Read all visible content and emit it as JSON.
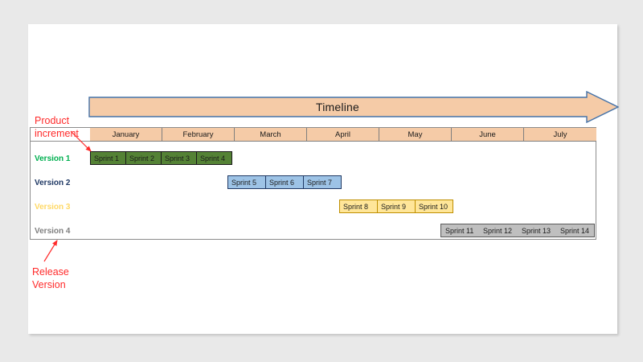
{
  "slide": {
    "timeline": {
      "label": "Timeline",
      "fill_color": "#f5cba7",
      "border_color": "#4472a8"
    },
    "months": [
      {
        "label": "January"
      },
      {
        "label": "February"
      },
      {
        "label": "March"
      },
      {
        "label": "April"
      },
      {
        "label": "May"
      },
      {
        "label": "June"
      },
      {
        "label": "July"
      }
    ],
    "versions": [
      {
        "label": "Version 1",
        "color": "#00b050"
      },
      {
        "label": "Version 2",
        "color": "#1f3864"
      },
      {
        "label": "Version 3",
        "color": "#ffd966"
      },
      {
        "label": "Version 4",
        "color": "#808080"
      }
    ],
    "sprint_rows": [
      {
        "version": "Version 1",
        "fill_color": "#548235",
        "border_color": "#1a1a1a",
        "sprints": [
          {
            "label": "Sprint 1"
          },
          {
            "label": "Sprint 2"
          },
          {
            "label": "Sprint 3"
          },
          {
            "label": "Sprint 4"
          }
        ]
      },
      {
        "version": "Version 2",
        "fill_color": "#9dc3e6",
        "border_color": "#1f3864",
        "sprints": [
          {
            "label": "Sprint 5"
          },
          {
            "label": "Sprint 6"
          },
          {
            "label": "Sprint 7"
          }
        ]
      },
      {
        "version": "Version 3",
        "fill_color": "#ffe699",
        "border_color": "#bf8f00",
        "sprints": [
          {
            "label": "Sprint 8"
          },
          {
            "label": "Sprint 9"
          },
          {
            "label": "Sprint 10"
          }
        ]
      },
      {
        "version": "Version 4",
        "fill_color": "#bfbfbf",
        "border_color": "#595959",
        "sprints": [
          {
            "label": "Sprint 11"
          },
          {
            "label": "Sprint 12"
          },
          {
            "label": "Sprint 13"
          },
          {
            "label": "Sprint 14"
          }
        ]
      }
    ],
    "annotations": [
      {
        "name": "product-increment",
        "line1": "Product",
        "line2": "increment",
        "color": "#ff2a2a"
      },
      {
        "name": "release-version",
        "line1": "Release",
        "line2": "Version",
        "color": "#ff2a2a"
      }
    ]
  }
}
